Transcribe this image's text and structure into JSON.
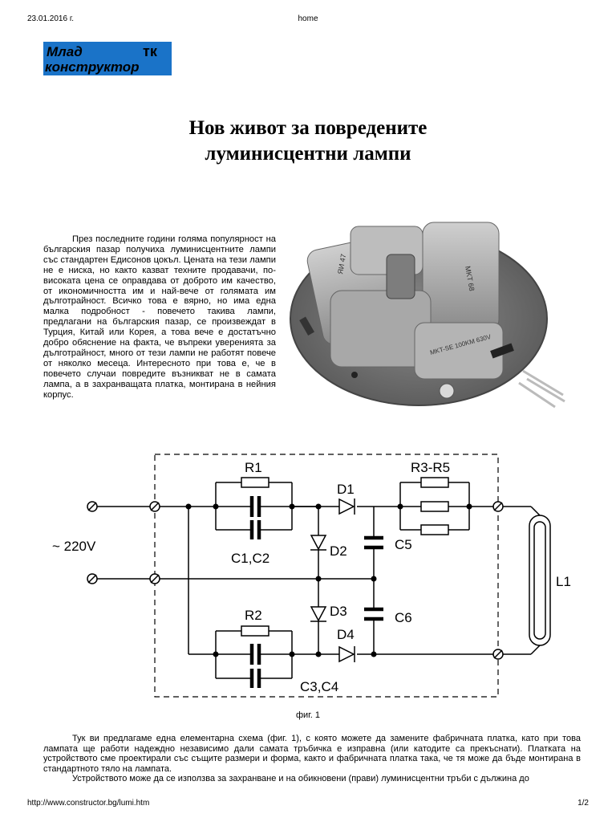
{
  "header": {
    "date": "23.01.2016 г.",
    "title": "home"
  },
  "logo": {
    "line1": "Млад",
    "line2": "конструктор",
    "badge": "тк"
  },
  "article": {
    "title_line1": "Нов живот за повредените",
    "title_line2": "луминисцентни лампи",
    "intro": "През последните години голяма популярност на българския пазар получиха луминисцентните лампи със стандартен Едисонов цокъл. Цената на тези лампи не е ниска, но както казват техните продавачи, по-високата цена се оправдава от доброто им качество, от икономичността им и най-вече от голямата им дълготрайност. Всичко това е вярно, но има една малка подробност - повечето такива лампи, предлагани на българския пазар, се произвеждат в Турция, Китай или Корея, а това вече е достатъчно добро обяснение на факта, че въпреки уверенията за дълготрайност, много от тези лампи не работят повече от няколко месеца. Интересното при това е, че в повечето случаи повредите възникват не в самата лампа, а в захранващата платка, монтирана в нейния корпус.",
    "paragraph1": "Тук ви предлагаме една елементарна схема (фиг. 1), с която можете да замените фабричната платка, като при това лампата ще работи надеждно независимо дали самата тръбичка е изправна (или катодите са прекъснати). Платката на устройството сме проектирали със същите размери и форма, както и фабричната платка така, че тя може да бъде монтирана в стандартното тяло на лампата.",
    "paragraph2": "Устройството може да се използва за захранване и на обикновени (прави) луминисцентни тръби с дължина до"
  },
  "photo": {
    "cap_marking_1": "ЯИ 47",
    "cap_marking_2": "MKT 68",
    "cap_marking_3": "MKT-SE 100KM 630V"
  },
  "schematic": {
    "input_label": "~ 220V",
    "labels": {
      "r1": "R1",
      "r2": "R2",
      "r3r5": "R3-R5",
      "d1": "D1",
      "d2": "D2",
      "d3": "D3",
      "d4": "D4",
      "c1c2": "C1,C2",
      "c3c4": "C3,C4",
      "c5": "C5",
      "c6": "C6",
      "l1": "L1"
    },
    "caption": "фиг. 1"
  },
  "footer": {
    "url": "http://www.constructor.bg/lumi.htm",
    "page": "1/2"
  }
}
